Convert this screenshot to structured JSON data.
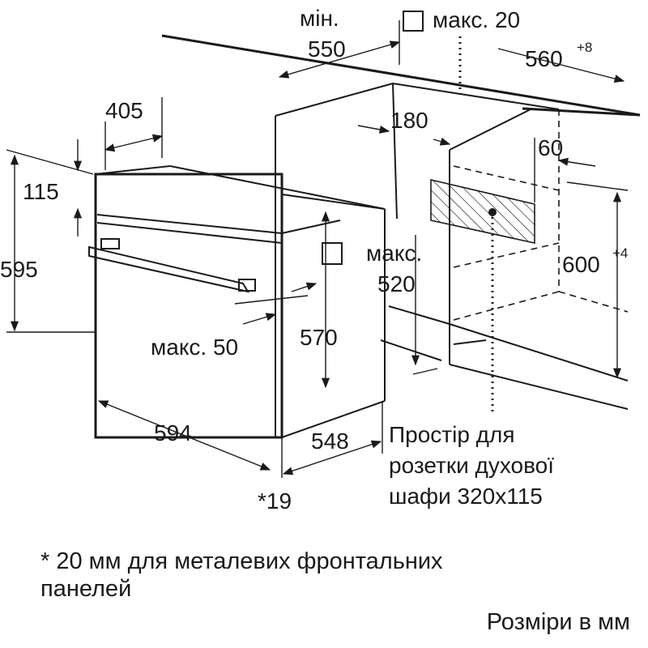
{
  "dimensions": {
    "min_label": "мін.",
    "min_550": "550",
    "max20_label": "макс. 20",
    "d560": "560",
    "d560_sup": "+8",
    "d405": "405",
    "d180": "180",
    "d60": "60",
    "d115": "115",
    "d595": "595",
    "max_label": "макс.",
    "d520": "520",
    "d600": "600",
    "d600_sup": "+4",
    "max50": "макс. 50",
    "d570": "570",
    "d594": "594",
    "d548": "548",
    "d19": "*19"
  },
  "socket_note": {
    "line1": "Простір для",
    "line2": "розетки духової",
    "line3": "шафи 320x115"
  },
  "footnote": {
    "line1": "* 20 мм для металевих фронтальних",
    "line2": "панелей"
  },
  "units": "Розміри в мм"
}
